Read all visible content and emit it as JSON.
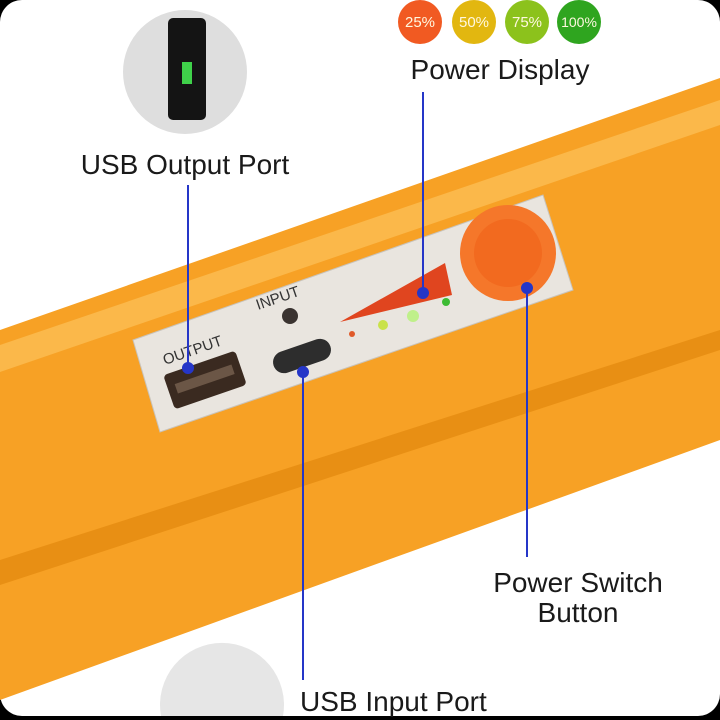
{
  "levels": [
    {
      "label": "25%",
      "color": "#f15a22"
    },
    {
      "label": "50%",
      "color": "#e2b710"
    },
    {
      "label": "75%",
      "color": "#8cc21c"
    },
    {
      "label": "100%",
      "color": "#2fa51f"
    }
  ],
  "callouts": {
    "power_display": "Power Display",
    "usb_output": "USB Output Port",
    "power_switch_line1": "Power Switch",
    "power_switch_line2": "Button",
    "usb_input": "USB Input Port"
  },
  "panel": {
    "output_label": "OUTPUT",
    "input_label": "INPUT"
  },
  "colors": {
    "body": "#f7a125",
    "line": "#2536c8",
    "panel": "#e9e5df"
  }
}
